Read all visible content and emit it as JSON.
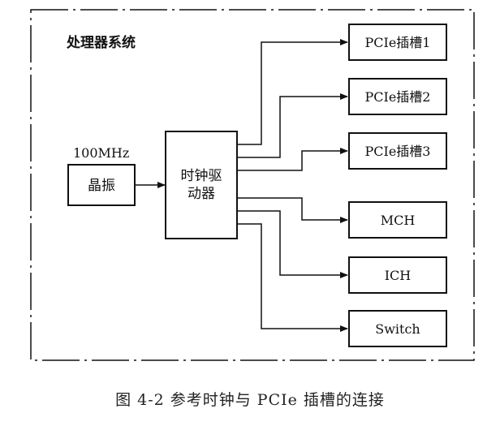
{
  "diagram": {
    "system_label": "处理器系统",
    "oscillator": {
      "freq_label": "100MHz",
      "label": "晶振"
    },
    "driver": {
      "line1": "时钟驱",
      "line2": "动器"
    },
    "targets": [
      {
        "label": "PCIe插槽1"
      },
      {
        "label": "PCIe插槽2"
      },
      {
        "label": "PCIe插槽3"
      },
      {
        "label": "MCH"
      },
      {
        "label": "ICH"
      },
      {
        "label": "Switch"
      }
    ]
  },
  "caption": "图 4-2   参考时钟与 PCIe 插槽的连接"
}
